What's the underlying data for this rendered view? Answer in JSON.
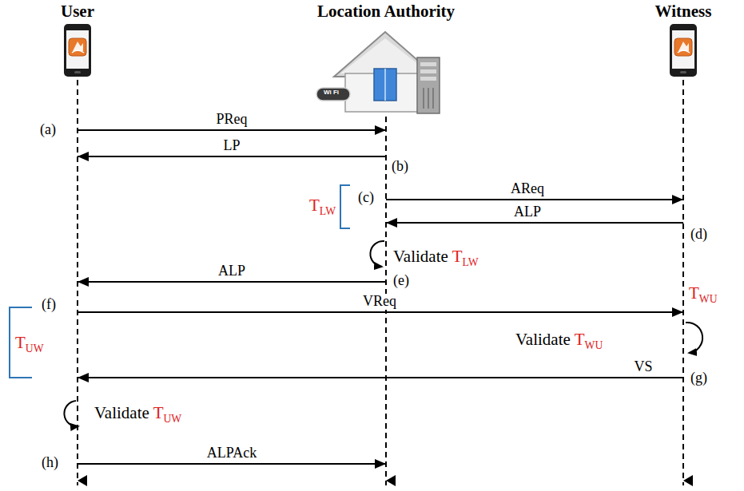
{
  "diagram": {
    "nodes": [
      {
        "text": [
          "User"
        ]
      },
      {
        "text": [
          "Location Authority"
        ]
      },
      {
        "text": [
          "Witness"
        ]
      }
    ],
    "edges": [
      {
        "from": 0,
        "to": 1,
        "label": "PReq",
        "arrow": "to"
      },
      {
        "from": 1,
        "to": 0,
        "label": "LP",
        "arrow": "to"
      },
      {
        "from": 1,
        "to": 2,
        "label": "AReq",
        "arrow": "to"
      },
      {
        "from": 2,
        "to": 1,
        "label": "ALP",
        "arrow": "to"
      },
      {
        "from": 1,
        "to": 0,
        "label": "ALP",
        "arrow": "to"
      },
      {
        "from": 0,
        "to": 2,
        "label": "VReq",
        "arrow": "to"
      },
      {
        "from": 2,
        "to": 0,
        "label": "VS",
        "arrow": "to"
      },
      {
        "from": 0,
        "to": 1,
        "label": "ALPAck",
        "arrow": "to"
      }
    ],
    "labels": [
      "Wi Fi",
      "(a)",
      "(b)",
      "TLW",
      "(c)",
      "(d)",
      "Validate TLW",
      "(e)",
      "TWU",
      "(f)",
      "TUW",
      "Validate TWU",
      "(g)",
      "Validate TUW",
      "(h)"
    ]
  }
}
